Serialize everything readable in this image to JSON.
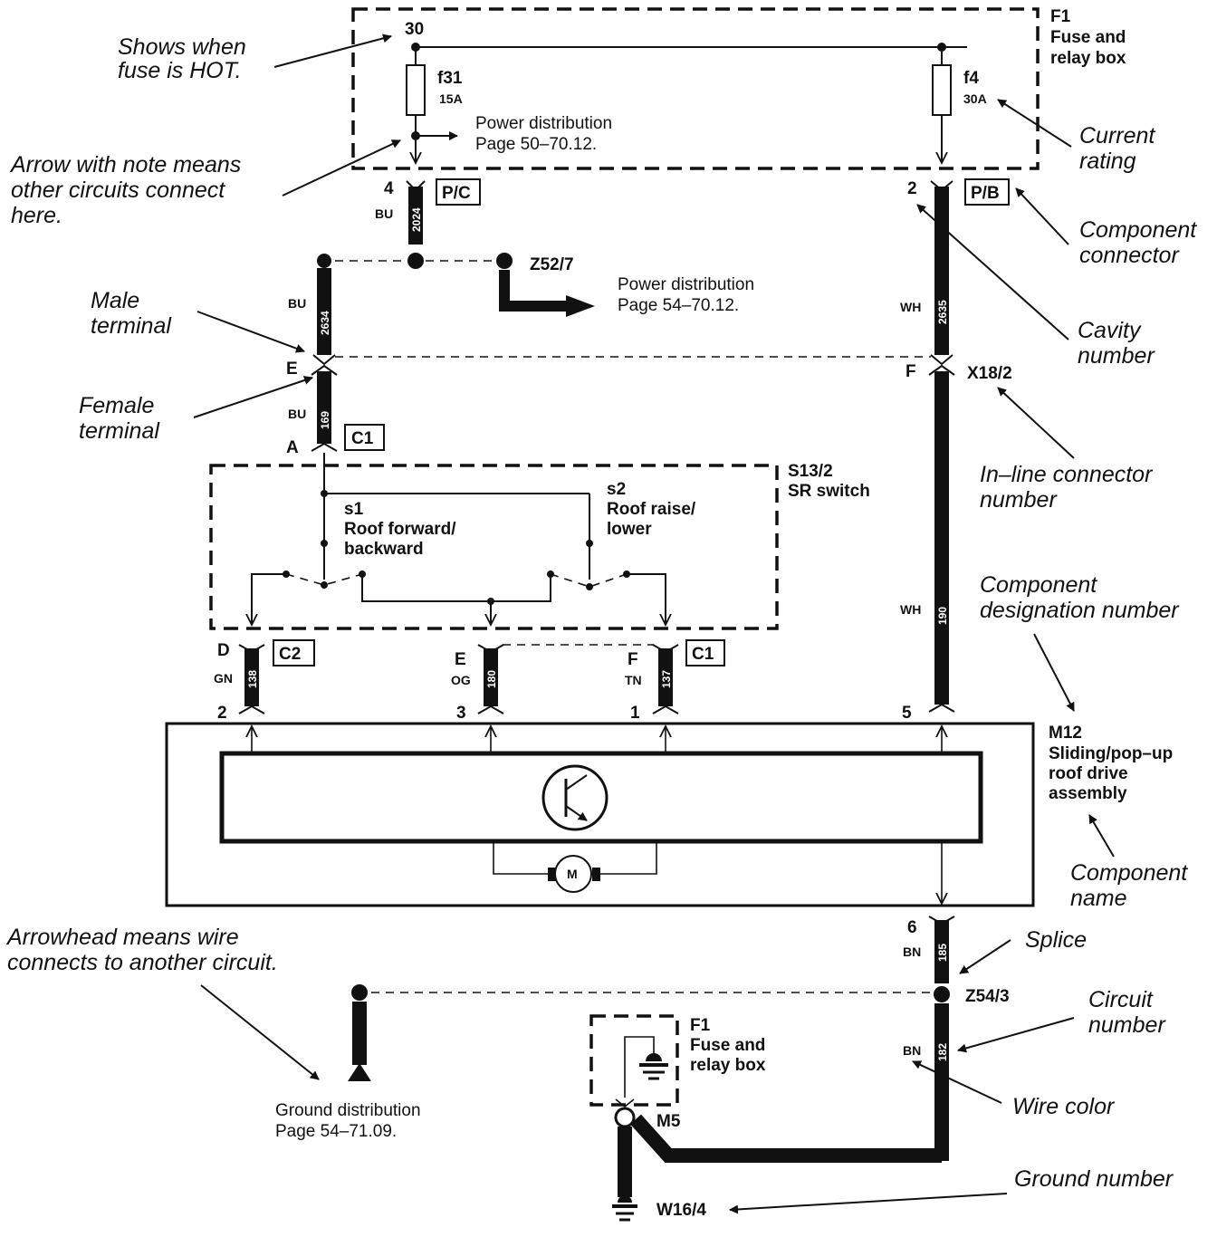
{
  "fuse_box_top": {
    "id": "F1",
    "name_line1": "Fuse and",
    "name_line2": "relay box",
    "feed": "30"
  },
  "fuse_a": {
    "id": "f31",
    "rating": "15A"
  },
  "fuse_b": {
    "id": "f4",
    "rating": "30A"
  },
  "power_dist_1": {
    "line1": "Power distribution",
    "line2": "Page 50–70.12."
  },
  "power_dist_2": {
    "line1": "Power distribution",
    "line2": "Page 54–70.12."
  },
  "ground_dist": {
    "line1": "Ground distribution",
    "line2": "Page 54–71.09."
  },
  "connectors": {
    "pc": {
      "label": "P/C",
      "cavity": "4"
    },
    "pb": {
      "label": "P/B",
      "cavity": "2"
    },
    "x18": {
      "label": "X18/2",
      "cavity_left": "E",
      "cavity_right": "F"
    },
    "c1_top": {
      "label": "C1",
      "cavity": "A"
    },
    "c2": {
      "label": "C2",
      "cavity": "D"
    },
    "c1_bottom": {
      "label": "C1",
      "cavity_e": "E",
      "cavity_f": "F"
    },
    "m12_pins": [
      "2",
      "3",
      "1",
      "5",
      "6"
    ]
  },
  "wires": [
    {
      "color": "BU",
      "circuit": "2024"
    },
    {
      "color": "BU",
      "circuit": "2634"
    },
    {
      "color": "BU",
      "circuit": "169"
    },
    {
      "color": "WH",
      "circuit": "2635"
    },
    {
      "color": "WH",
      "circuit": "190"
    },
    {
      "color": "GN",
      "circuit": "138"
    },
    {
      "color": "OG",
      "circuit": "180"
    },
    {
      "color": "TN",
      "circuit": "137"
    },
    {
      "color": "BN",
      "circuit": "185"
    },
    {
      "color": "BN",
      "circuit": "182"
    }
  ],
  "splices": {
    "z52": "Z52/7",
    "z54": "Z54/3"
  },
  "switch": {
    "id": "S13/2",
    "name": "SR switch",
    "s1_id": "s1",
    "s1_line1": "Roof forward/",
    "s1_line2": "backward",
    "s2_id": "s2",
    "s2_line1": "Roof raise/",
    "s2_line2": "lower"
  },
  "component": {
    "id": "M12",
    "line1": "Sliding/pop–up",
    "line2": "roof drive",
    "line3": "assembly",
    "motor": "M"
  },
  "ground_box": {
    "id": "F1",
    "line1": "Fuse and",
    "line2": "relay box",
    "ground_point": "M5",
    "ground_number": "W16/4"
  },
  "annotations": {
    "hot": [
      "Shows when",
      "fuse is HOT."
    ],
    "arrow_note": [
      "Arrow with note means",
      "other circuits connect",
      "here."
    ],
    "current_rating": [
      "Current",
      "rating"
    ],
    "component_connector": [
      "Component",
      "connector"
    ],
    "cavity_number": [
      "Cavity",
      "number"
    ],
    "male_terminal": [
      "Male",
      "terminal"
    ],
    "female_terminal": [
      "Female",
      "terminal"
    ],
    "inline_connector": [
      "In–line connector",
      "number"
    ],
    "component_designation": [
      "Component",
      "designation number"
    ],
    "component_name": [
      "Component",
      "name"
    ],
    "arrowhead": [
      "Arrowhead means wire",
      "connects to another circuit."
    ],
    "splice": [
      "Splice"
    ],
    "circuit_number": [
      "Circuit",
      "number"
    ],
    "wire_color": [
      "Wire color"
    ],
    "ground_number": [
      "Ground number"
    ]
  }
}
